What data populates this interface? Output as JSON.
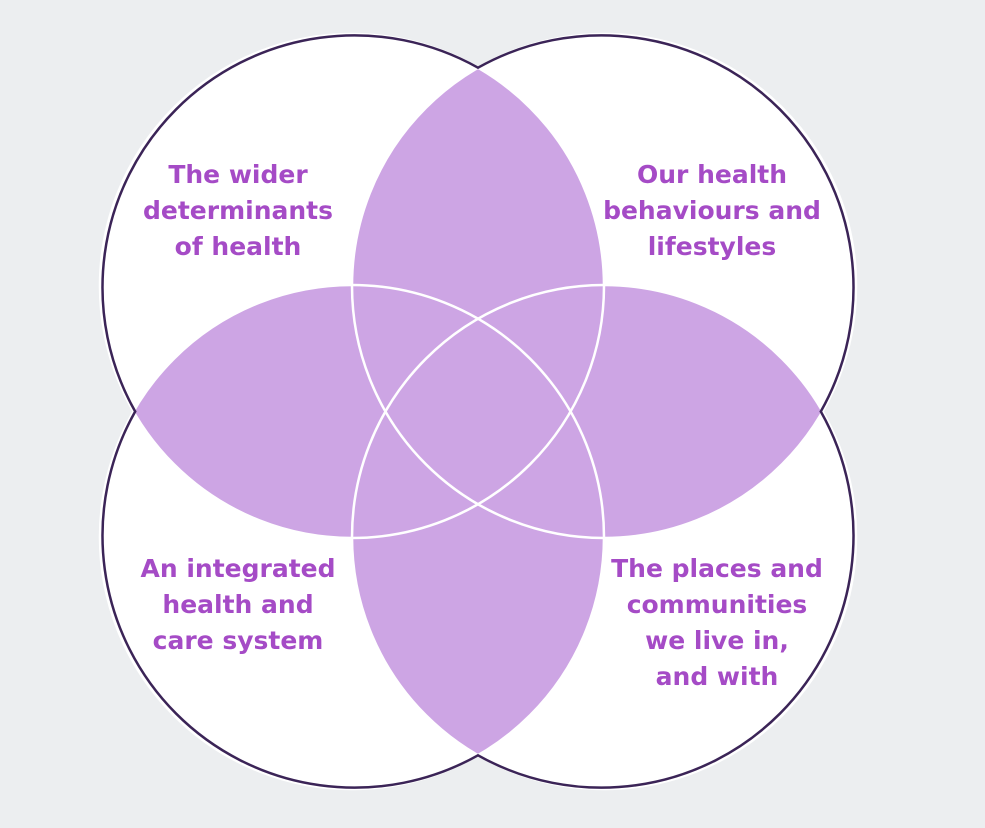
{
  "diagram": {
    "type": "four-circle-venn",
    "colors": {
      "background": "#eceef0",
      "circle_fill": "#ffffff",
      "overlap_fill": "#cda5e4",
      "outline": "#3b2457",
      "inner_lines": "#ffffff",
      "label_text": "#a54bc6"
    },
    "circles": [
      {
        "id": "top-left",
        "label": "The wider\ndeterminants\nof health"
      },
      {
        "id": "top-right",
        "label": "Our health\nbehaviours and\nlifestyles"
      },
      {
        "id": "bottom-left",
        "label": "An integrated\nhealth and\ncare system"
      },
      {
        "id": "bottom-right",
        "label": "The places and\ncommunities\nwe live in,\nand with"
      }
    ]
  }
}
